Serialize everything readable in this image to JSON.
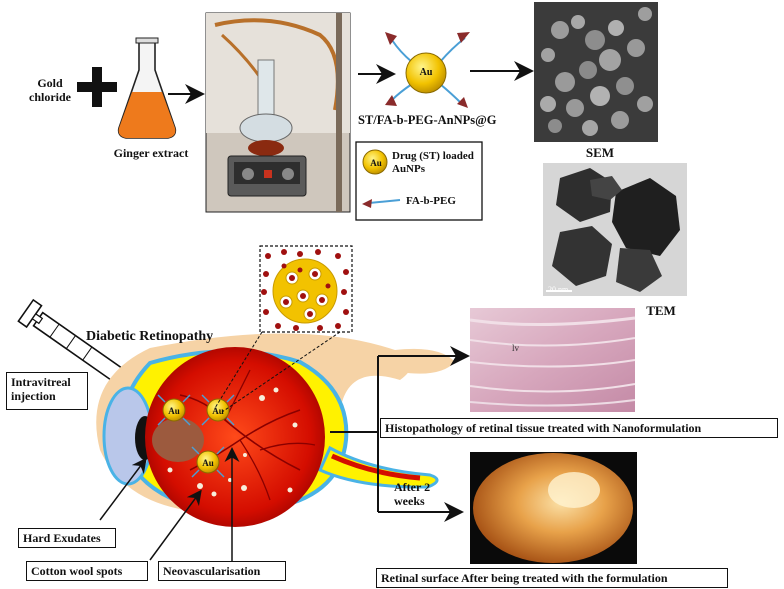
{
  "synthesis": {
    "gold_label": "Gold chloride",
    "plus_symbol": "+",
    "ginger_label": "Ginger extract",
    "product_label": "ST/FA-b-PEG-AnNPs@G",
    "np_core_label": "Au",
    "legend": {
      "drug_label": "Drug (ST) loaded AuNPs",
      "peg_label": "FA-b-PEG"
    }
  },
  "microscopy": {
    "sem_label": "SEM",
    "tem_label": "TEM",
    "tem_scale": "20 nm"
  },
  "eye": {
    "title": "Diabetic Retinopathy",
    "injection_label": "Intravitreal injection",
    "np_labels": [
      "Au",
      "Au",
      "Au"
    ],
    "callouts": {
      "hard_exudates": "Hard Exudates",
      "cotton_wool": "Cotton wool spots",
      "neovascularisation": "Neovascularisation"
    }
  },
  "results": {
    "histo_caption": "Histopathology of retinal tissue treated with Nanoformulation",
    "histo_mark": "lv",
    "time_label": "After 2 weeks",
    "retina_caption": "Retinal surface After being treated with the formulation"
  },
  "colors": {
    "flask_liquid": "#ee7a1c",
    "nanoparticle": "#f2c200",
    "peg_arrow": "#8a2b2b",
    "eye_red": "#c80a00",
    "eye_yellow": "#fff200",
    "eye_outline": "#4ab3e6",
    "eye_skin": "#f6d3a6",
    "micro_gray": "#4a4a4a",
    "retina_orange": "#e08a2c",
    "histo_pink": "#d9a9bf"
  }
}
